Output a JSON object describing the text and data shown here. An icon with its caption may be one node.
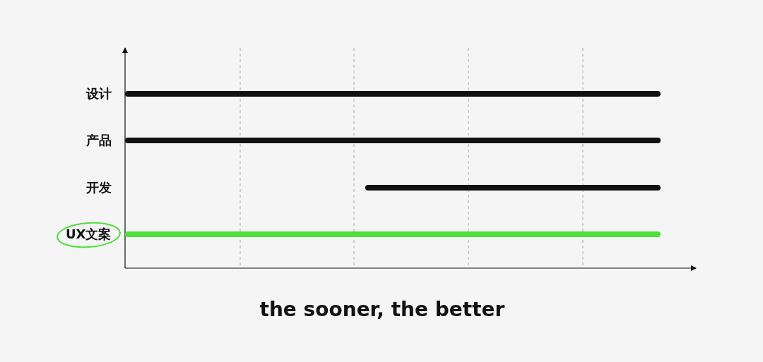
{
  "diagram": {
    "caption": "the sooner, the better",
    "labels": [
      "设计",
      "产品",
      "开发",
      "UX文案"
    ]
  }
}
